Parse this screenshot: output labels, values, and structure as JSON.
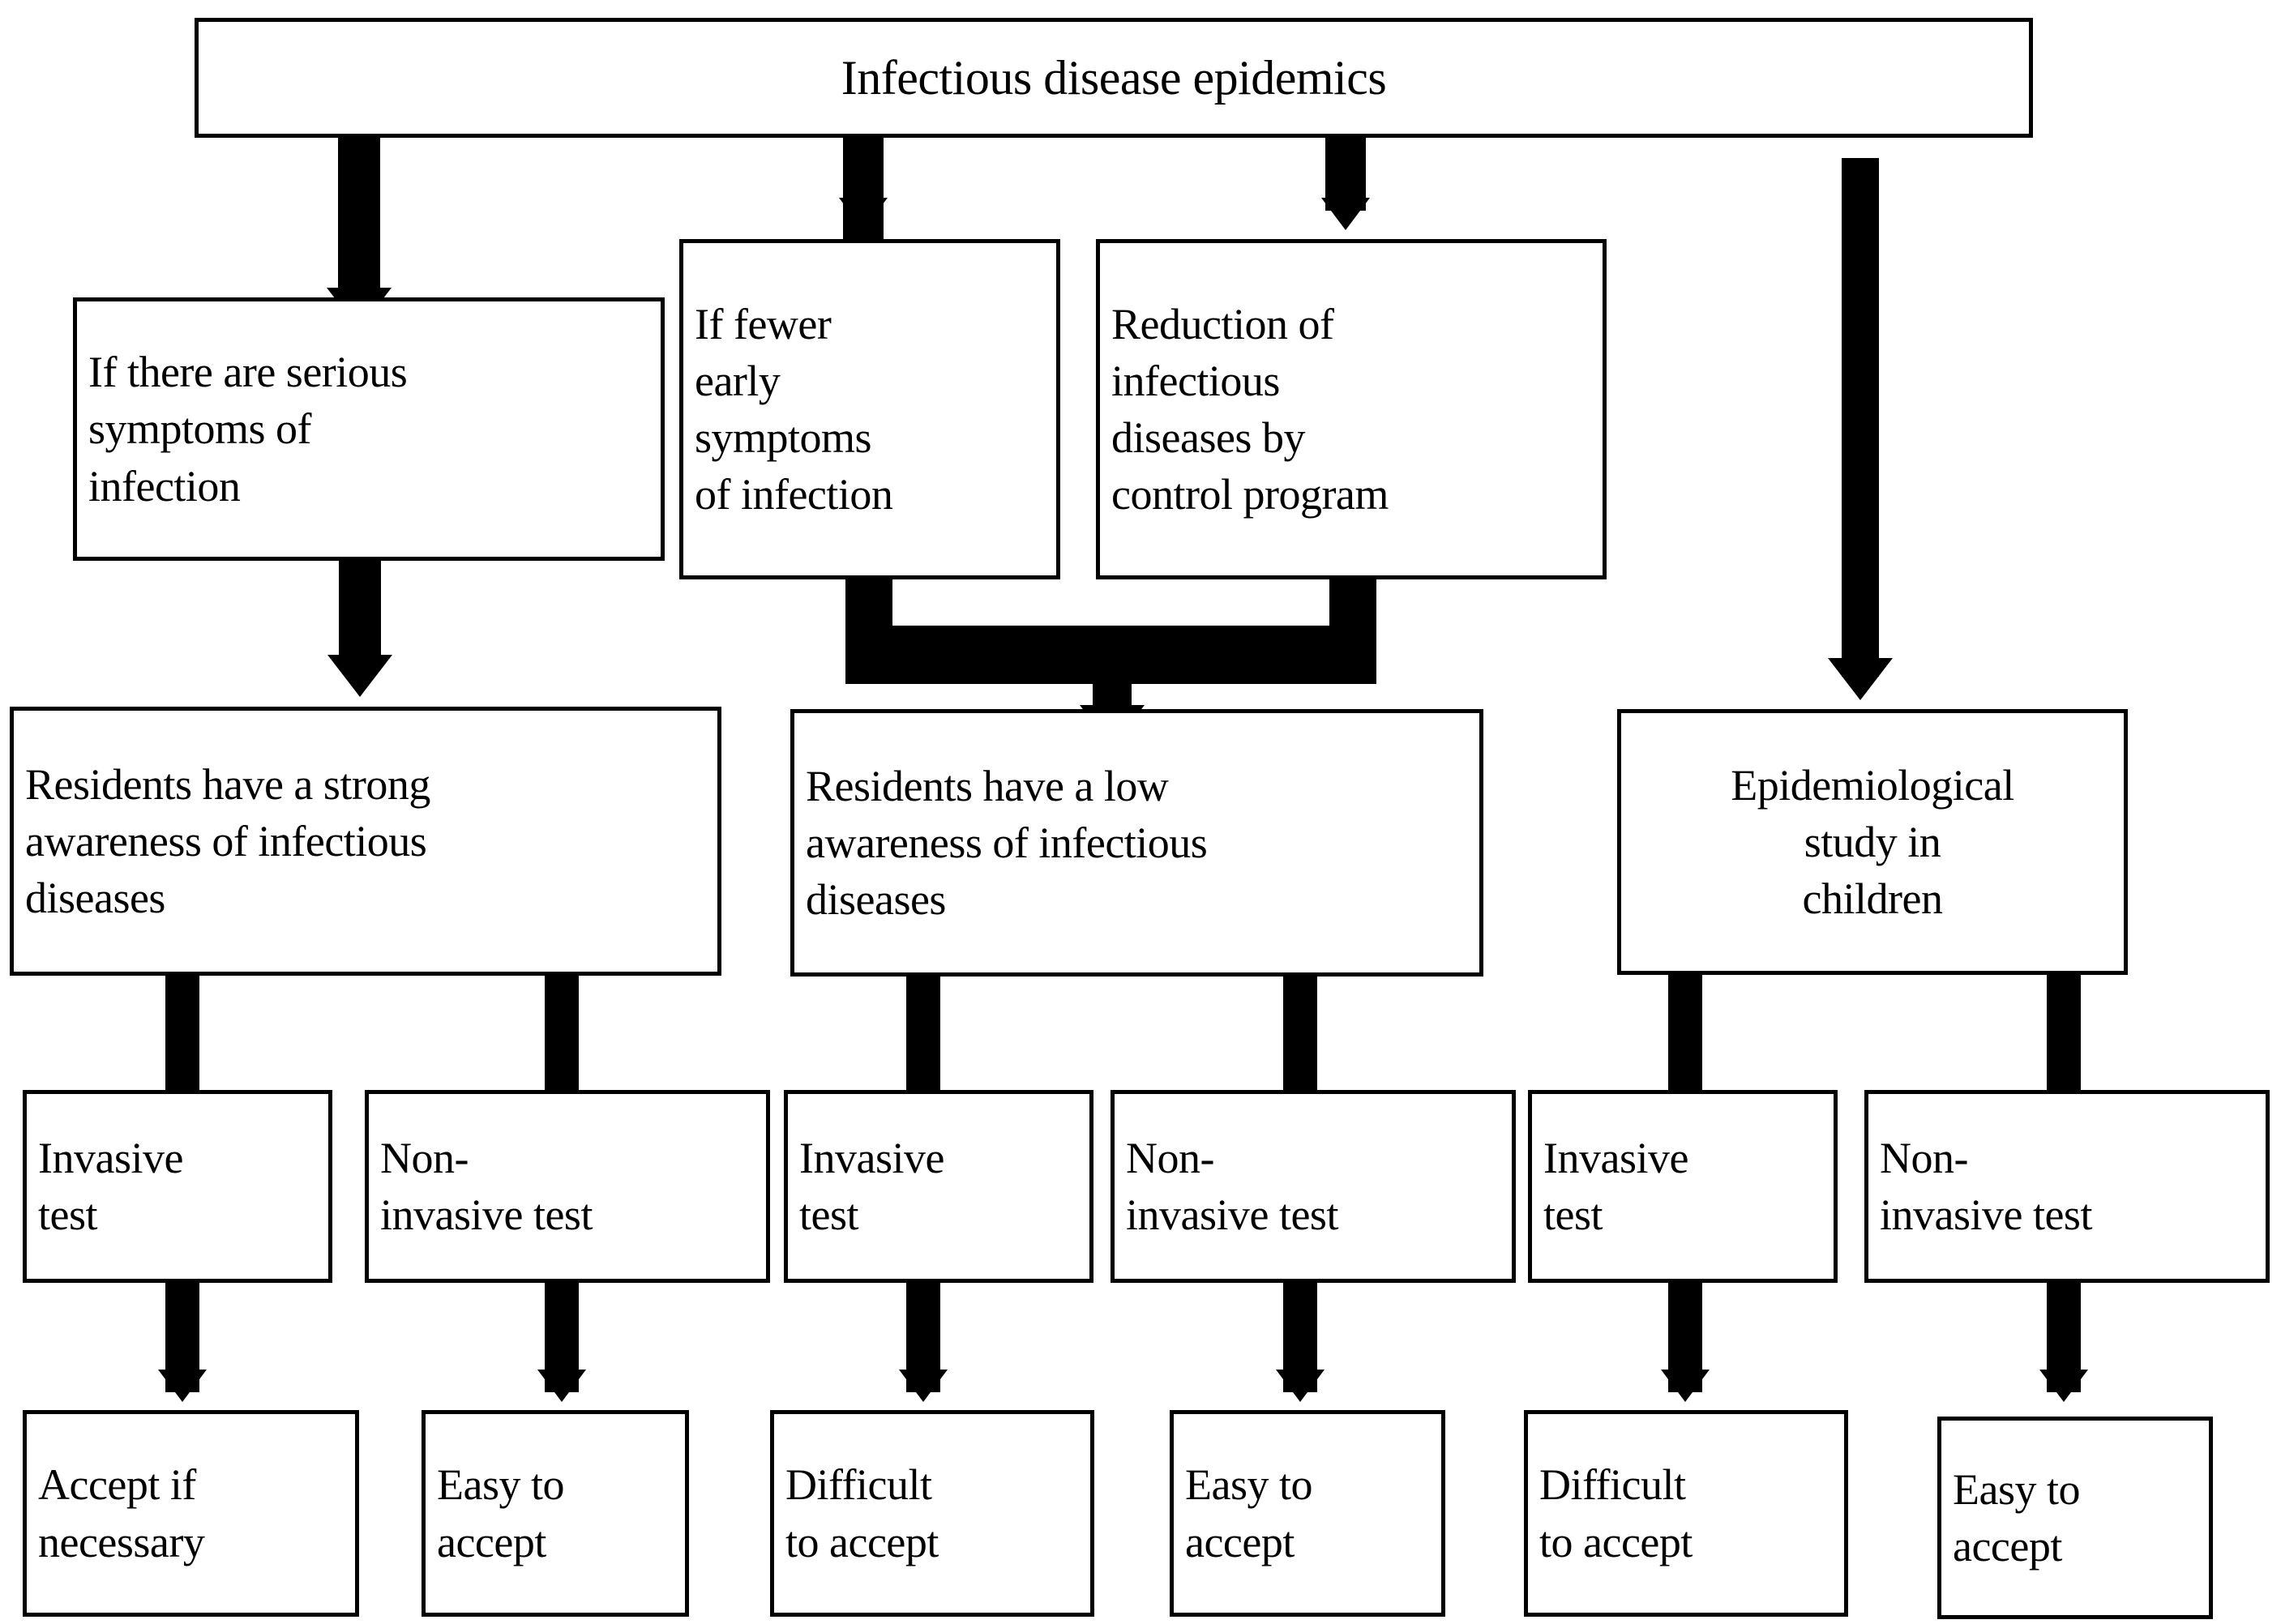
{
  "diagram": {
    "title_box": {
      "label": "Infectious disease epidemics"
    },
    "row_conditions": [
      {
        "id": "serious-symptoms",
        "label": "If there are serious\nsymptoms of\ninfection"
      },
      {
        "id": "fewer-early-symptoms",
        "label": "If fewer\nearly\nsymptoms\nof infection"
      },
      {
        "id": "reduction-control-program",
        "label": "Reduction of\ninfectious\ndiseases by\ncontrol program"
      }
    ],
    "row_awareness": [
      {
        "id": "strong-awareness",
        "label": "Residents have a strong\nawareness of infectious\ndiseases"
      },
      {
        "id": "low-awareness",
        "label": "Residents have a low\nawareness of infectious\ndiseases"
      },
      {
        "id": "epidemiological-study",
        "label": "Epidemiological\nstudy in\nchildren"
      }
    ],
    "row_tests": [
      {
        "id": "invasive-test-1",
        "label": "Invasive\ntest"
      },
      {
        "id": "non-invasive-test-1",
        "label": "Non-\ninvasive test"
      },
      {
        "id": "invasive-test-2",
        "label": "Invasive\ntest"
      },
      {
        "id": "non-invasive-test-2",
        "label": "Non-\ninvasive test"
      },
      {
        "id": "invasive-test-3",
        "label": "Invasive\ntest"
      },
      {
        "id": "non-invasive-test-3",
        "label": "Non-\ninvasive test"
      }
    ],
    "row_outcomes": [
      {
        "id": "accept-if-necessary",
        "label": "Accept if\nnecessary"
      },
      {
        "id": "easy-to-accept-1",
        "label": "Easy to\naccept"
      },
      {
        "id": "difficult-to-accept-1",
        "label": "Difficult\nto accept"
      },
      {
        "id": "easy-to-accept-2",
        "label": "Easy to\naccept"
      },
      {
        "id": "difficult-to-accept-2",
        "label": "Difficult\nto accept"
      },
      {
        "id": "easy-to-accept-3",
        "label": "Easy to\naccept"
      }
    ],
    "colors": {
      "stroke": "#000000",
      "fill": "#ffffff",
      "text": "#000000"
    }
  }
}
